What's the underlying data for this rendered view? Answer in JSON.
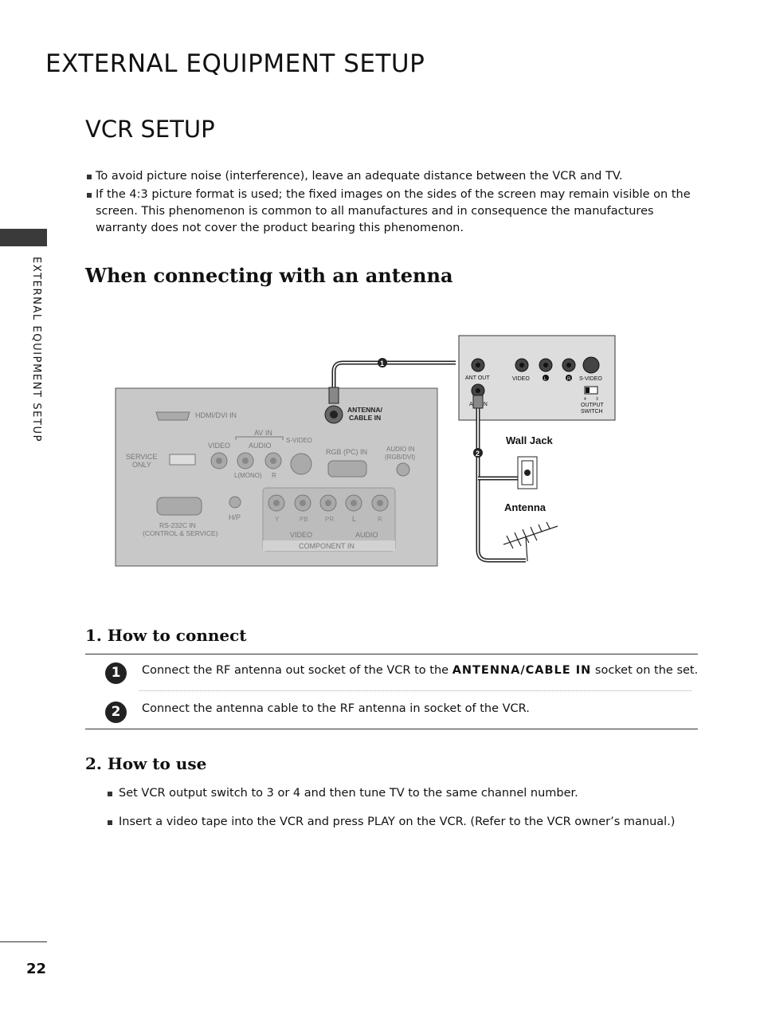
{
  "main_title": "EXTERNAL EQUIPMENT SETUP",
  "side_label": "EXTERNAL EQUIPMENT SETUP",
  "section_title": "VCR SETUP",
  "notes": [
    "To avoid picture noise (interference), leave an adequate distance between the VCR and TV.",
    "If the 4:3 picture format is used; the fixed images on the sides of the screen may remain visible on the screen. This phenomenon is common to all manufactures and in consequence the manufactures warranty does not cover the product bearing this phenomenon."
  ],
  "subsection": "When connecting with an antenna",
  "diagram": {
    "tv_panel": {
      "hdmi": "HDMI/DVI IN",
      "av_in": "AV IN",
      "video": "VIDEO",
      "audio": "AUDIO",
      "svideo": "S-VIDEO",
      "mono": "L(MONO)",
      "r": "R",
      "service1": "SERVICE",
      "service2": "ONLY",
      "rgb": "RGB (PC) IN",
      "audio_in1": "AUDIO IN",
      "audio_in2": "(RGB/DVI)",
      "antenna1": "ANTENNA/",
      "antenna2": "CABLE IN",
      "rs232_1": "RS-232C IN",
      "rs232_2": "(CONTROL & SERVICE)",
      "hp": "H/P",
      "y": "Y",
      "pb": "PB",
      "pr": "PR",
      "l": "L",
      "comp_video": "VIDEO",
      "comp_audio": "AUDIO",
      "component": "COMPONENT IN"
    },
    "vcr_panel": {
      "ant_out": "ANT OUT",
      "ant_in": "ANT IN",
      "video": "VIDEO",
      "l": "L",
      "r": "R",
      "svideo": "S-VIDEO",
      "switch_3": "3",
      "switch_4": "4",
      "output1": "OUTPUT",
      "output2": "SWITCH"
    },
    "wall_jack": "Wall Jack",
    "antenna": "Antenna",
    "marker1": "1",
    "marker2": "2"
  },
  "how_to_connect": {
    "heading": "1. How to connect",
    "steps": [
      {
        "num": "1",
        "before": "Connect the RF antenna out socket of the VCR to the ",
        "bold": "ANTENNA/CABLE IN",
        "after": " socket on the set."
      },
      {
        "num": "2",
        "text": "Connect the antenna cable to the RF antenna in socket of the VCR."
      }
    ]
  },
  "how_to_use": {
    "heading": "2. How to use",
    "items": [
      "Set VCR output switch to 3 or 4 and then tune TV to the same channel number.",
      "Insert a video tape into the VCR and press PLAY on the VCR. (Refer to the VCR owner’s manual.)"
    ]
  },
  "page_number": "22"
}
